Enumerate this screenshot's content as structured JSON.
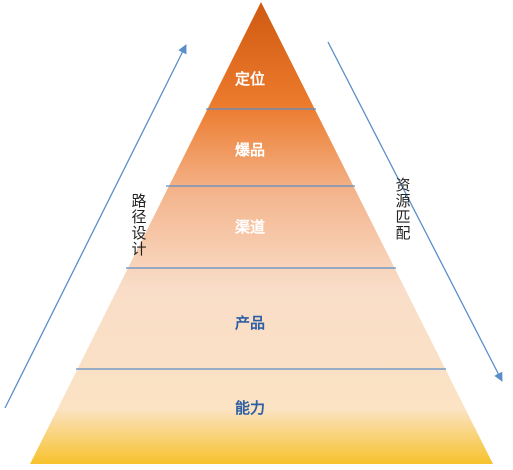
{
  "pyramid": {
    "levels": [
      {
        "label": "定位",
        "text_color": "#ffffff"
      },
      {
        "label": "爆品",
        "text_color": "#ffffff"
      },
      {
        "label": "渠道",
        "text_color": "#ffffff"
      },
      {
        "label": "产品",
        "text_color": "#2e5fa3"
      },
      {
        "label": "能力",
        "text_color": "#2e5fa3"
      }
    ],
    "colors": {
      "top": "#cf5a12",
      "upper": "#ec7a2c",
      "middle": "#f4b68f",
      "lower": "#f9ddc8",
      "base": "#fbe3c4",
      "bottom": "#f7c22c",
      "divider": "#5a8ec9"
    }
  },
  "left_arrow": {
    "label_chars": [
      "路",
      "径",
      "设",
      "计"
    ],
    "color": "#5a8ec9"
  },
  "right_arrow": {
    "label_chars": [
      "资",
      "源",
      "匹",
      "配"
    ],
    "color": "#5a8ec9"
  }
}
